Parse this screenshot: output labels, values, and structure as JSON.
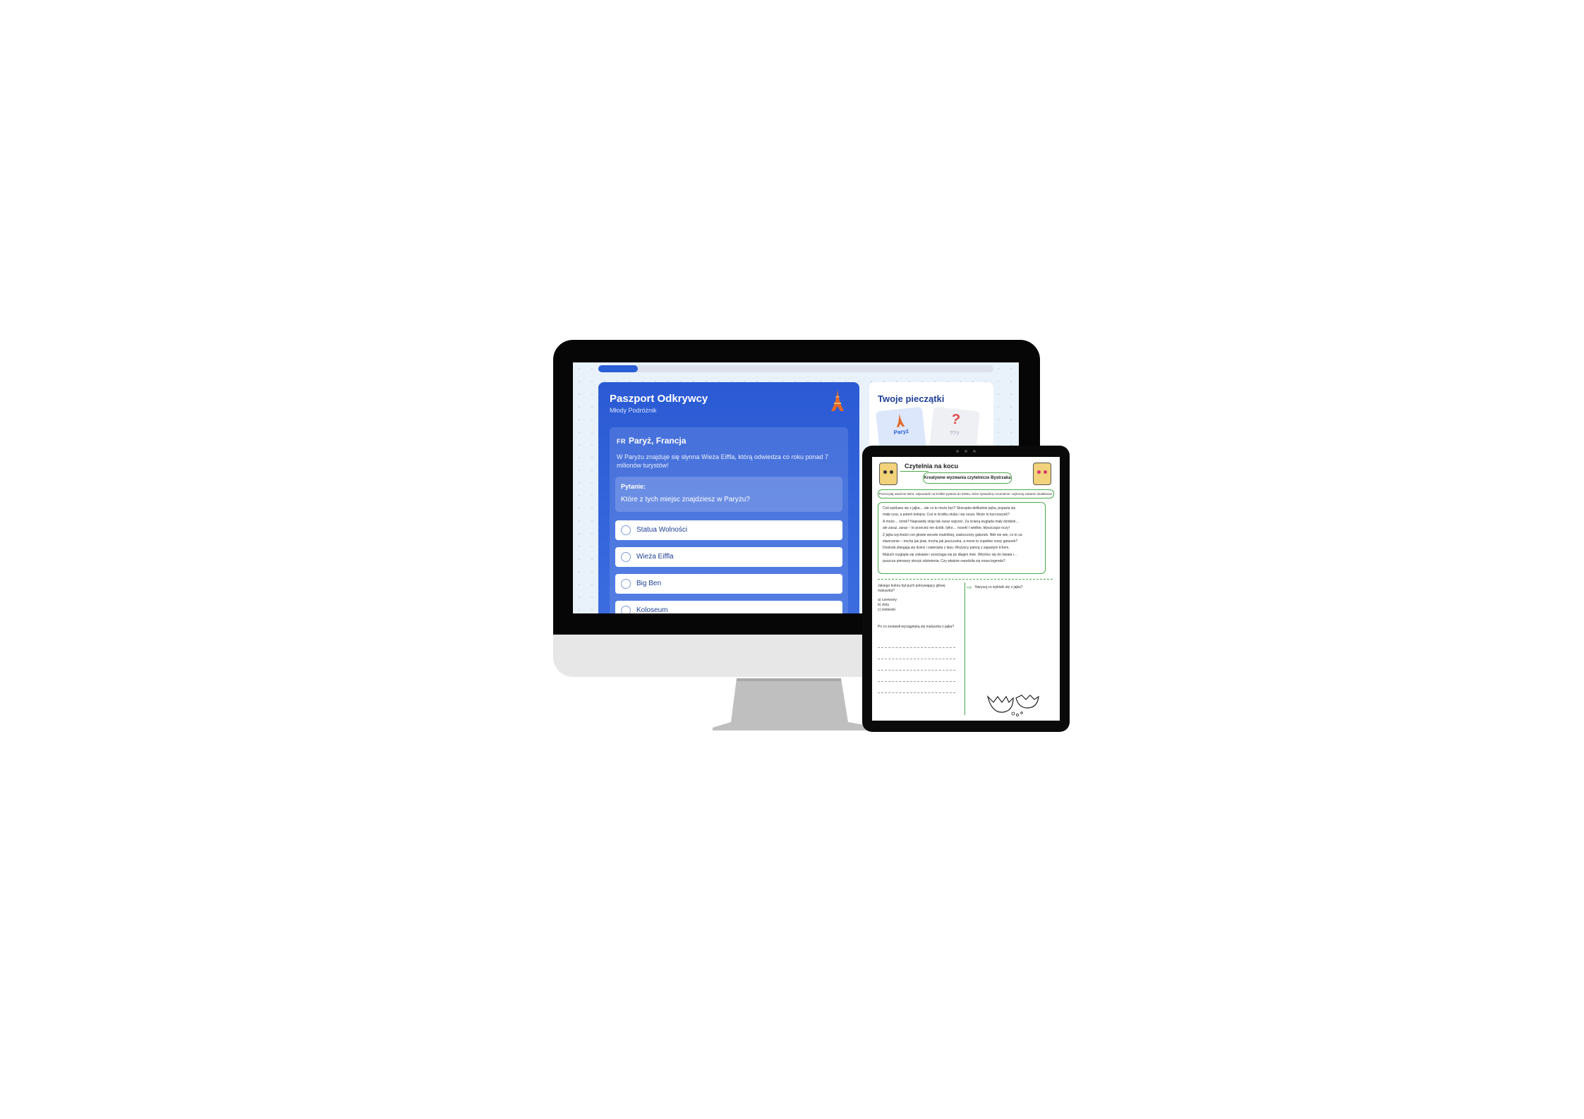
{
  "desktop": {
    "progress": {
      "value_percent": 10,
      "color": "#2a5fd6"
    },
    "passport": {
      "title": "Paszport Odkrywcy",
      "subtitle": "Młody Podróżnik",
      "icon": "eiffel-tower-icon",
      "destination": {
        "flag": "FR",
        "name": "Paryż, Francja",
        "description": "W Paryżu znajduje się słynna Wieża Eiffla, którą odwiedza co roku ponad 7 milionów turystów!"
      },
      "question_label": "Pytanie:",
      "question_text": "Które z tych miejsc znajdziesz w Paryżu?",
      "options": [
        "Statua Wolności",
        "Wieża Eiffla",
        "Big Ben",
        "Koloseum"
      ]
    },
    "stamps": {
      "title": "Twoje pieczątki",
      "items": [
        {
          "label": "Paryż",
          "icon": "eiffel-tower-icon"
        },
        {
          "label": "???",
          "icon": "question-mark-icon",
          "icon_text": "?"
        }
      ]
    }
  },
  "tablet": {
    "worksheet": {
      "title": "Czytelnia na kocu",
      "subtitle": "Kreatywne wyzwania czytelnicze Bystrzaka",
      "instructions": "Przeczytaj uważnie tekst, odpowiedz na krótkie pytania do tekstu, które sprawdzą rozumienie i wykonaj zadanie dodatkowe.",
      "story_lines": [
        "Coś wykluwa się z jajka… ale co to może być? Skorupka delikatnie pęka, pojawia się",
        "mała rysa, a potem kolejna. Coś w środku stuka i się rusza. Może to kurczaczek?",
        "A może… smok? Naprawdę stoję tak zaraz wyjrzeć. Za ścianą wygląda mały dziobek…",
        "ale zaraz, zaraz – to przecież nie dziób, tylko… nosek! I wielkie, błyszczące oczy!",
        "Z jajka wychodzi coś głowie wesoło maleńkiej, zaskoczony gatunek. Nikt nie wie, co to za",
        "stworzenie – trochę jak ptak, trochę jak jaszczurka, a może to zupełnie nowy gatunek?",
        "Dookoła zbiegają się dzieci i zwierzęta z lasu. Wszyscy patrzą z zapartym tchem.",
        "Maluch rozgląda się ciekawie i przeciąga się po długim śnie. Wkrótce się do świata i…",
        "puszcza pierwszy okrzyk zdziwienia. Czy właśnie narodziła się nowa legenda?"
      ],
      "left_questions": [
        "Jakiego koloru był puch pokrywający głowę maluszka?",
        "a) czerwony",
        "b) zloty",
        "c) niebieski",
        "Po co zostawił wyciągniętą się maluszka z jajka?"
      ],
      "right_question": "Narysuj co wykluło się z jajka?",
      "accent_color": "#4aa84a",
      "arrow_icon": "arrow-right-icon"
    }
  }
}
